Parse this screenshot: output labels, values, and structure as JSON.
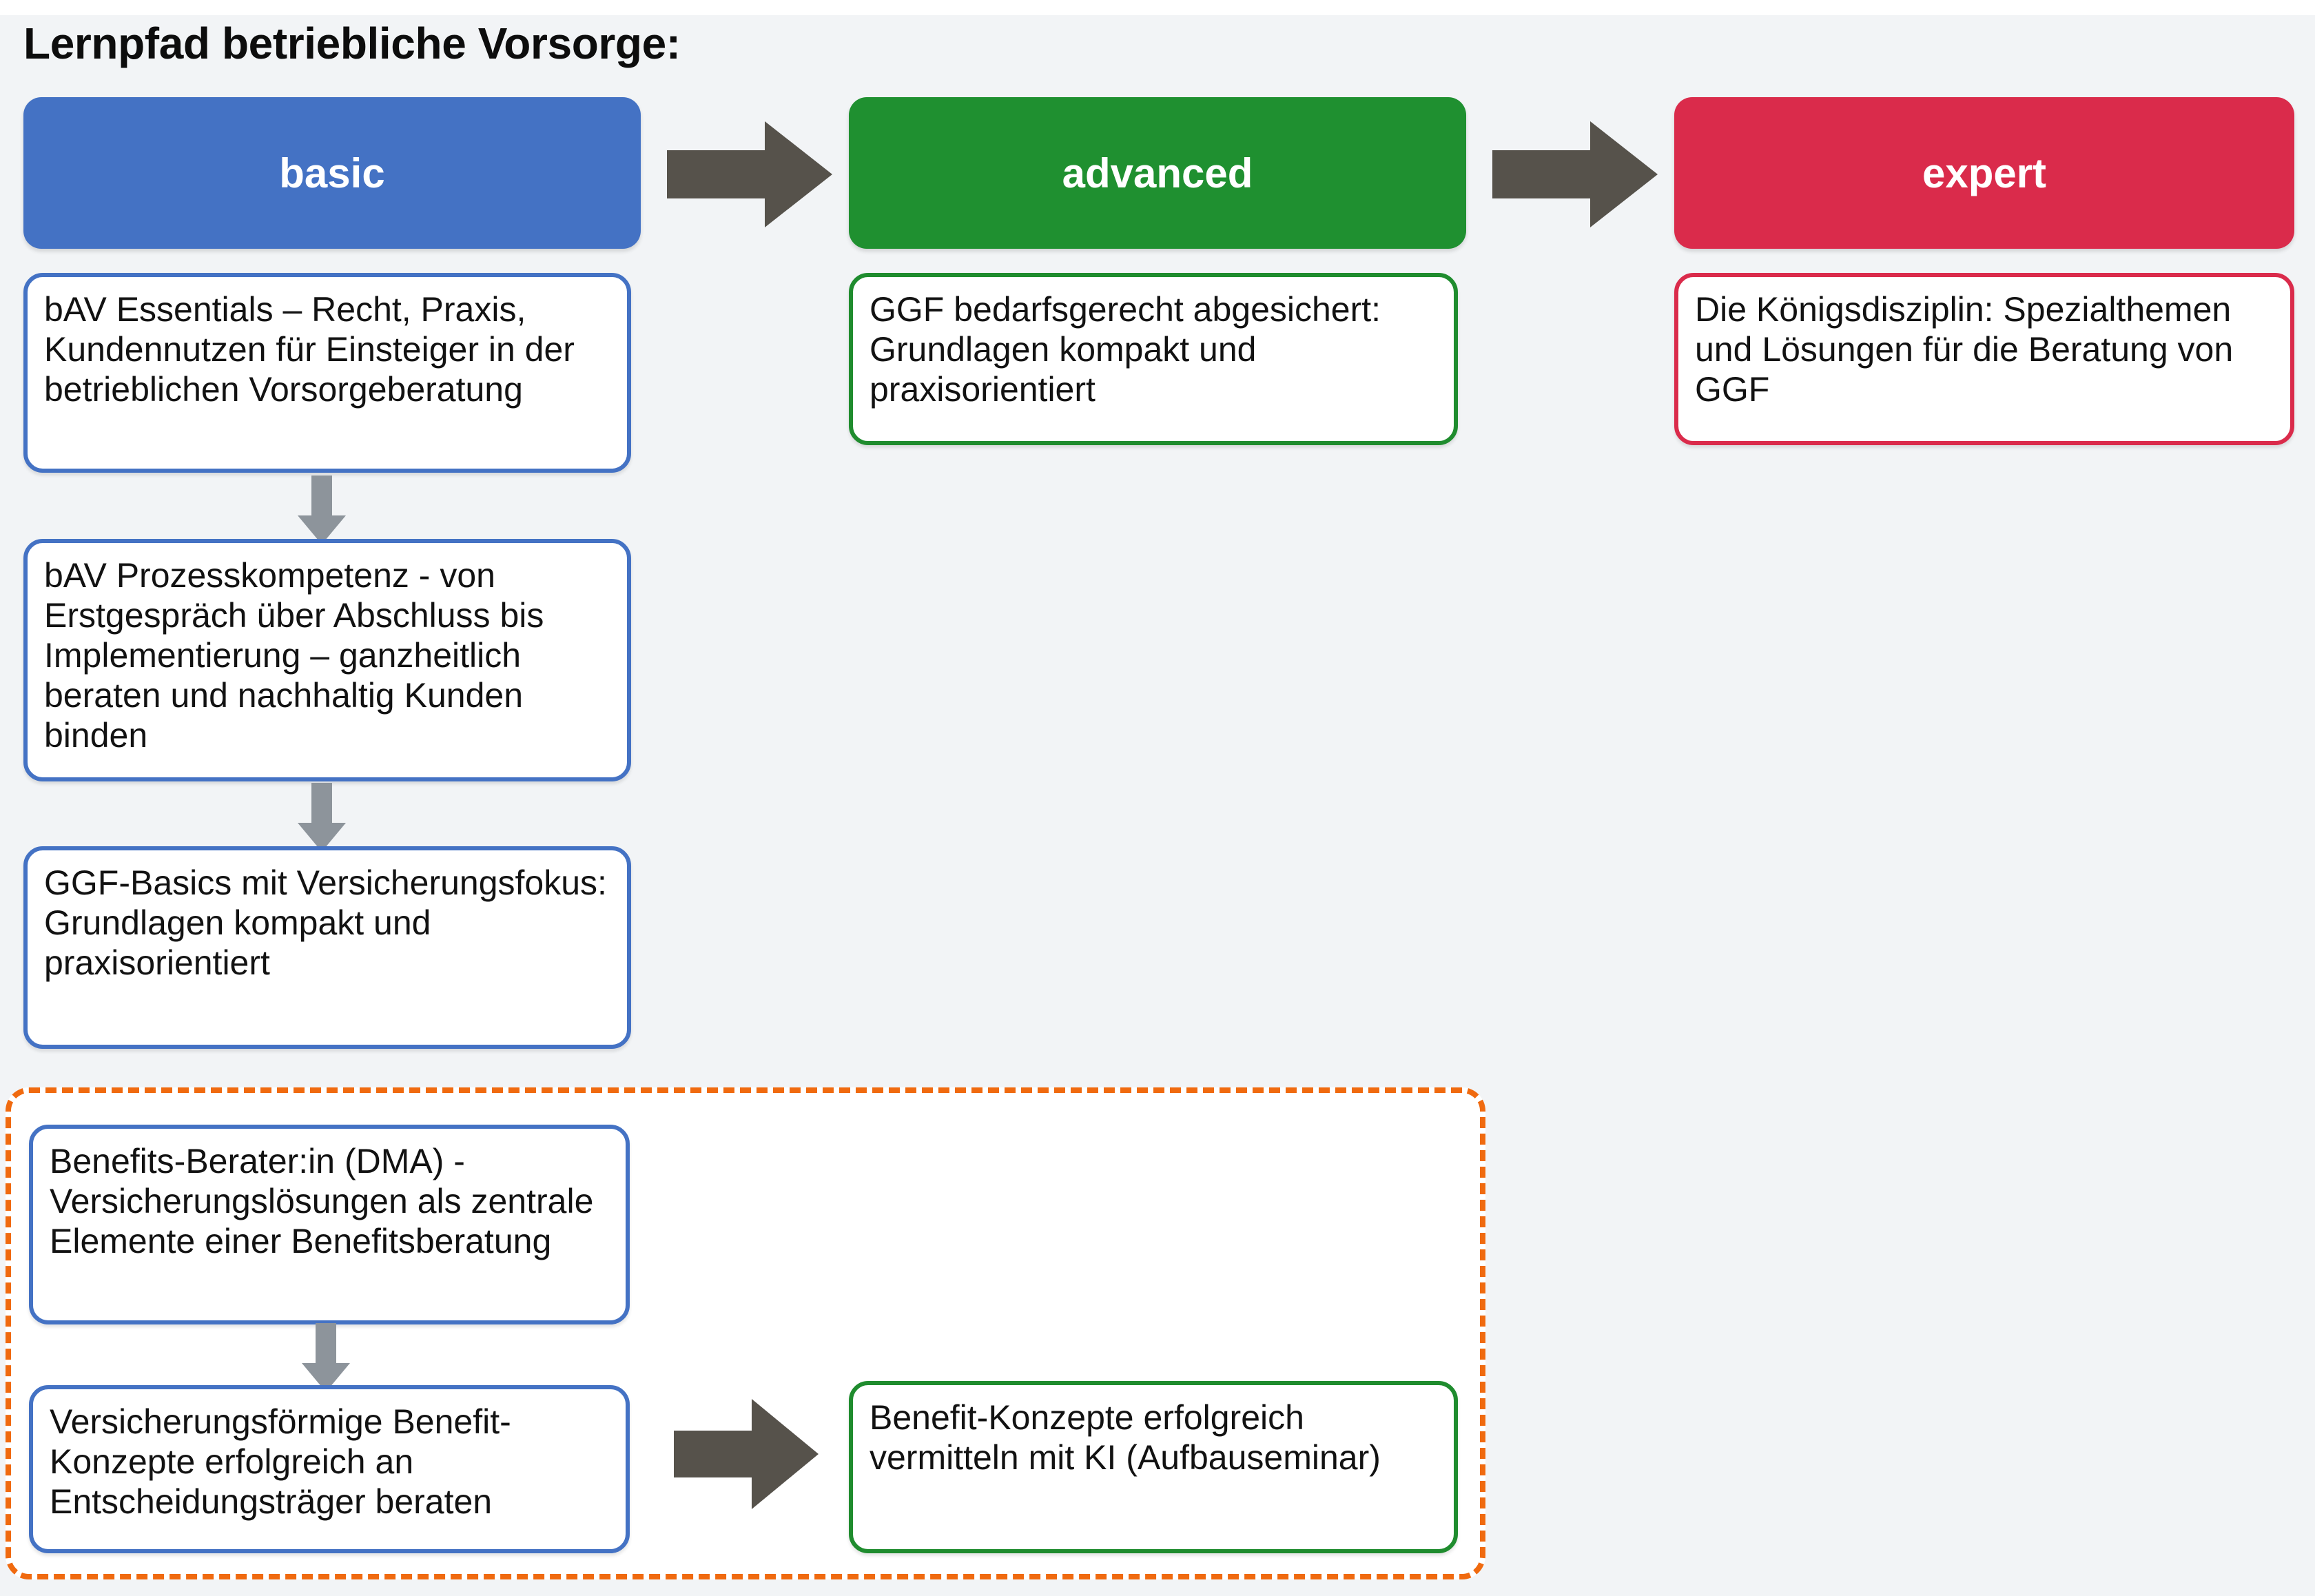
{
  "page": {
    "title": "Lernpfad betriebliche Vorsorge:",
    "background_color": "#f2f4f6"
  },
  "levels": [
    {
      "label": "basic",
      "color": "#4472c4",
      "text_color": "#ffffff"
    },
    {
      "label": "advanced",
      "color": "#1f9030",
      "text_color": "#ffffff"
    },
    {
      "label": "expert",
      "color": "#da2b4b",
      "text_color": "#ffffff"
    }
  ],
  "columns": {
    "basic": {
      "accent": "#4472c4",
      "cards": [
        {
          "text": "bAV Essentials – Recht, Praxis, Kundennutzen für Einsteiger in der betrieblichen Vorsorgeberatung"
        },
        {
          "text": "bAV Prozesskompetenz - von Erstgespräch über Abschluss bis Implementierung – ganzheitlich beraten und nachhaltig Kunden binden"
        },
        {
          "text": "GGF-Basics mit Versicherungsfokus: Grundlagen kompakt und praxisorientiert"
        },
        {
          "text": "Benefits-Berater:in (DMA) - Versicherungslösungen als zentrale Elemente einer Benefitsberatung"
        },
        {
          "text": "Versicherungsförmige Benefit-Konzepte erfolgreich an Entscheidungsträger beraten"
        }
      ]
    },
    "advanced": {
      "accent": "#1f8c2e",
      "cards": [
        {
          "text": "GGF bedarfsgerecht abgesichert: Grundlagen kompakt und praxisorientiert"
        },
        {
          "text": "Benefit-Konzepte erfolgreich vermitteln mit KI (Aufbauseminar)"
        }
      ]
    },
    "expert": {
      "accent": "#da2b4b",
      "cards": [
        {
          "text": "Die Königsdisziplin: Spezialthemen und Lösungen für die Beratung von GGF"
        }
      ]
    }
  },
  "grouping": {
    "style": "dashed",
    "color": "#f06a0f"
  },
  "connectors": {
    "level_arrow_color": "#56524b",
    "step_arrow_color": "#8d949b",
    "items": [
      {
        "name": "basic-to-advanced",
        "direction": "right"
      },
      {
        "name": "advanced-to-expert",
        "direction": "right"
      },
      {
        "name": "basic-1-to-2",
        "direction": "down"
      },
      {
        "name": "basic-2-to-3",
        "direction": "down"
      },
      {
        "name": "basic-4-to-5",
        "direction": "down"
      },
      {
        "name": "benefit-to-ki",
        "direction": "right"
      }
    ]
  }
}
